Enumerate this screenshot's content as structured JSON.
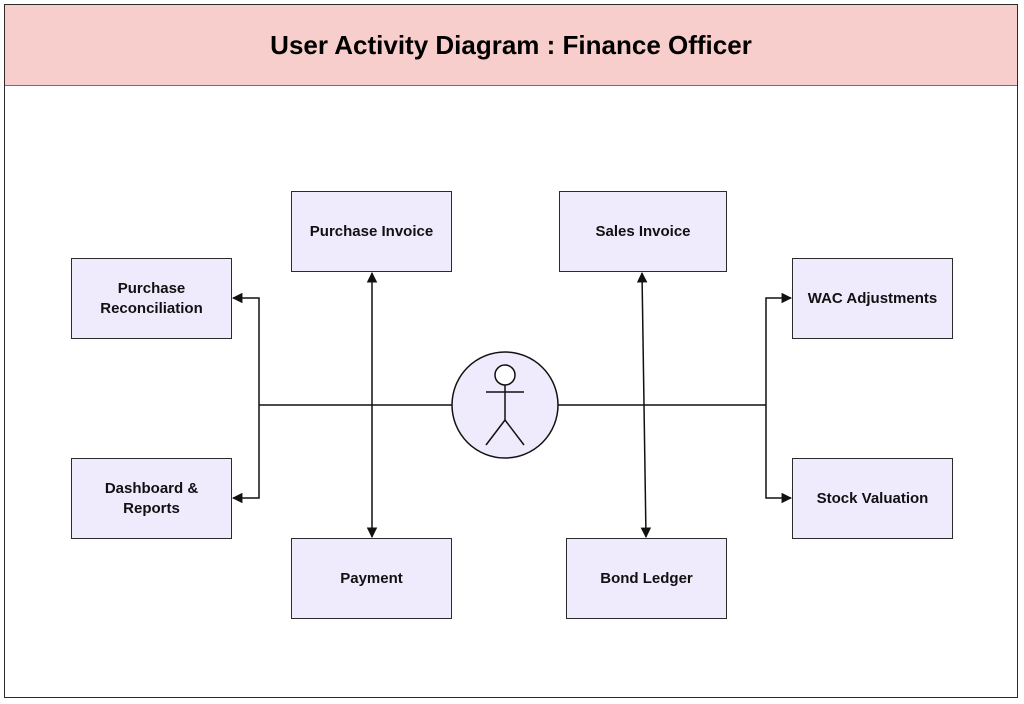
{
  "title": "User Activity Diagram : Finance Officer",
  "colors": {
    "header_fill": "#f8cecc",
    "header_border": "#b85450",
    "node_fill": "#efebfd",
    "line": "#111111"
  },
  "actor": {
    "icon": "user-stick-figure-icon",
    "role": "Finance Officer"
  },
  "nodes": {
    "purchase_invoice": "Purchase Invoice",
    "sales_invoice": "Sales Invoice",
    "purchase_reconciliation": "Purchase Reconciliation",
    "wac_adjustments": "WAC Adjustments",
    "dashboard_reports": "Dashboard & Reports",
    "stock_valuation": "Stock Valuation",
    "payment": "Payment",
    "bond_ledger": "Bond Ledger"
  }
}
